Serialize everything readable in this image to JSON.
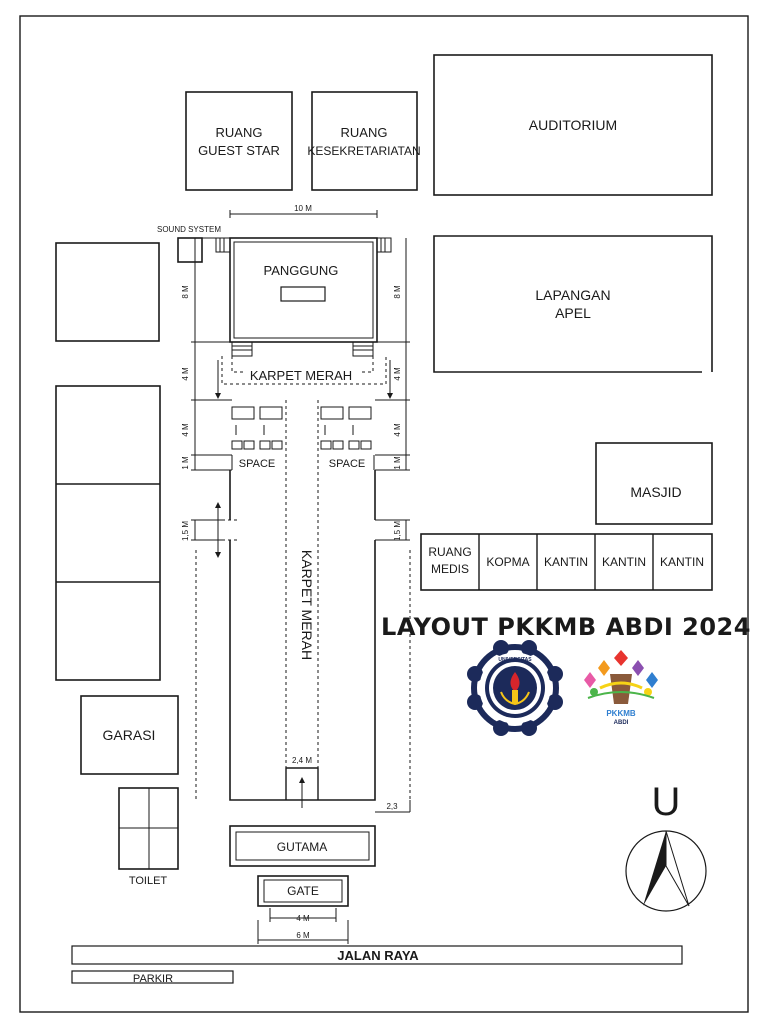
{
  "title": "LAYOUT PKKMB ABDI 2024",
  "rooms": {
    "guest_star": [
      "RUANG",
      "GUEST STAR"
    ],
    "kesekretariatan": [
      "RUANG",
      "KESEKRETARIATAN"
    ],
    "auditorium": "AUDITORIUM",
    "lapangan": [
      "LAPANGAN",
      "APEL"
    ],
    "masjid": "MASJID",
    "ruang_medis": [
      "RUANG",
      "MEDIS"
    ],
    "kopma": "KOPMA",
    "kantin": [
      "KANTIN",
      "KANTIN",
      "KANTIN"
    ],
    "garasi": "GARASI",
    "toilet": "TOILET",
    "gutama": "GUTAMA",
    "gate": "GATE",
    "jalan_raya": "JALAN RAYA",
    "parkir": "PARKIR"
  },
  "stage": {
    "label": "PANGGUNG",
    "sound_system": "SOUND SYSTEM",
    "karpet_merah_top": "KARPET MERAH",
    "karpet_merah_aisle": "KARPET MERAH",
    "space": [
      "SPACE",
      "SPACE"
    ]
  },
  "dimensions": {
    "width_10m": "10 M",
    "left_8m": "8 M",
    "right_8m": "8 M",
    "left_4m_a": "4 M",
    "right_4m_a": "4 M",
    "left_4m_b": "4 M",
    "right_4m_b": "4 M",
    "left_1m": "1 M",
    "right_1m": "1 M",
    "left_1_5m": "1,5 M",
    "right_1_5m": "1,5 M",
    "aisle_2_4m": "2,4 M",
    "side_2_3": "2,3",
    "gate_4m": "4 M",
    "gate_6m": "6 M"
  },
  "compass": {
    "letter": "U"
  },
  "logos": {
    "university": {
      "ring_text": "UNIVERSITAS",
      "colors": {
        "navy": "#1c2a5a",
        "red": "#d6252b",
        "yellow": "#f5c518"
      }
    },
    "pkkmb": {
      "text": [
        "PKKMB",
        "ABDI"
      ],
      "colors": {
        "red": "#e8342f",
        "orange": "#f39a1e",
        "yellow": "#f6d316",
        "green": "#4bb54a",
        "blue": "#2f7fd0",
        "purple": "#8b4fb0",
        "pink": "#e85aa6",
        "brown": "#8a5a3b"
      }
    }
  }
}
